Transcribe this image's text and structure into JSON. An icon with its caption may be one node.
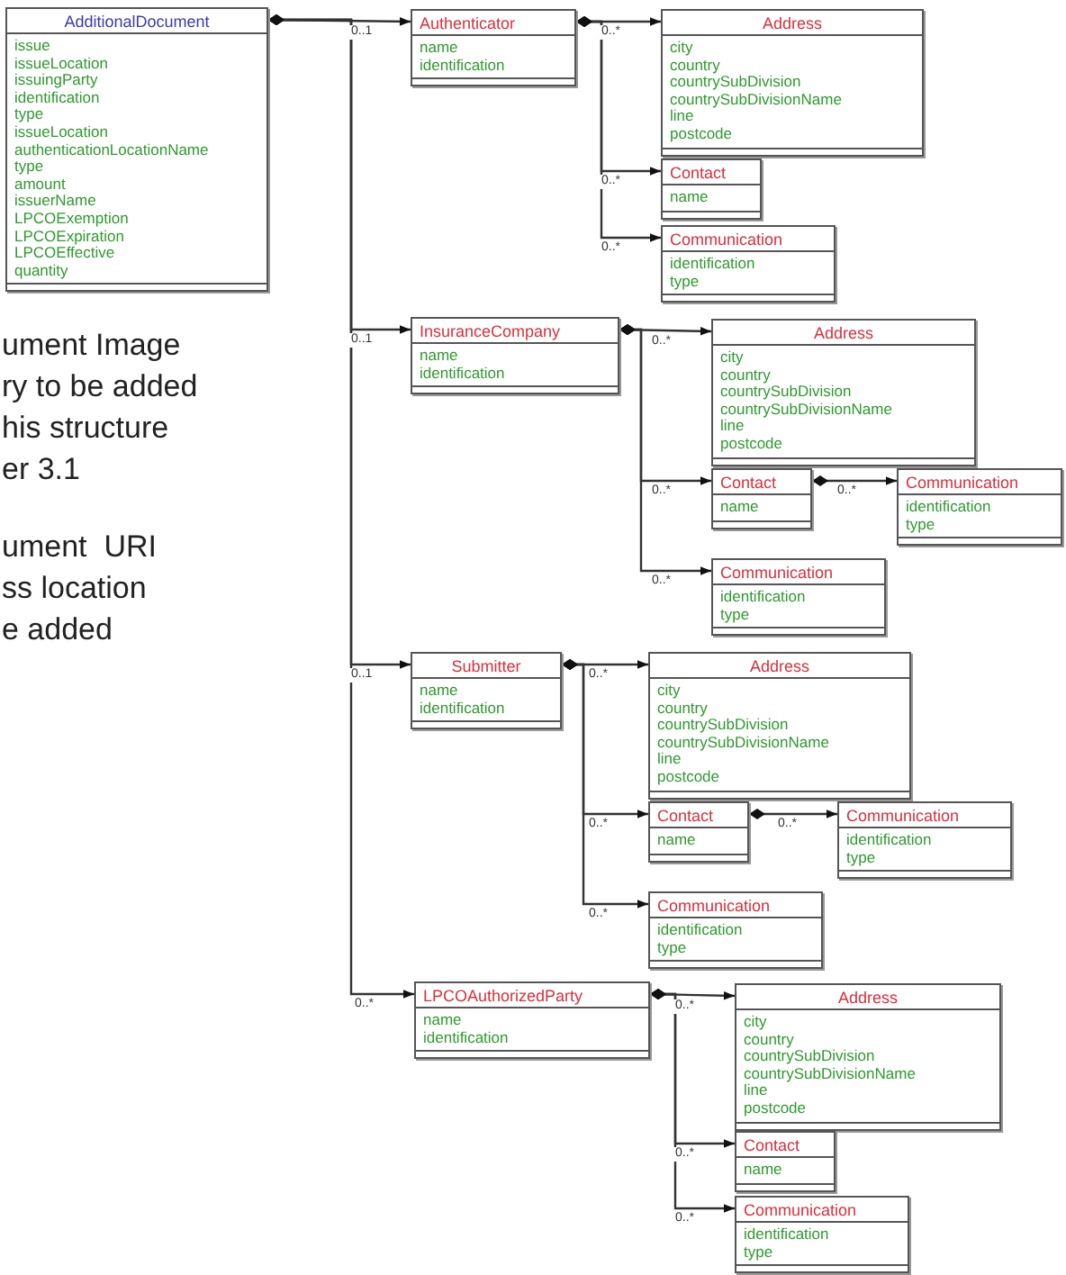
{
  "diagram": {
    "nodes": [
      {
        "text": [
          "AdditionalDocument",
          "issue",
          "issueLocation",
          "issuingParty",
          "identification",
          "type",
          "issueLocation",
          "authenticationLocationName",
          "type",
          "amount",
          "issuerName",
          "LPCOExemption",
          "LPCOExpiration",
          "LPCOEffective",
          "quantity"
        ]
      },
      {
        "text": [
          "Authenticator",
          "name",
          "identification"
        ]
      },
      {
        "text": [
          "Address",
          "city",
          "country",
          "countrySubDivision",
          "countrySubDivisionName",
          "line",
          "postcode"
        ]
      },
      {
        "text": [
          "Contact",
          "name"
        ]
      },
      {
        "text": [
          "Communication",
          "identification",
          "type"
        ]
      },
      {
        "text": [
          "InsuranceCompany",
          "name",
          "identification"
        ]
      },
      {
        "text": [
          "Address",
          "city",
          "country",
          "countrySubDivision",
          "countrySubDivisionName",
          "line",
          "postcode"
        ]
      },
      {
        "text": [
          "Contact",
          "name"
        ]
      },
      {
        "text": [
          "Communication",
          "identification",
          "type"
        ]
      },
      {
        "text": [
          "Communication",
          "identification",
          "type"
        ]
      },
      {
        "text": [
          "Submitter",
          "name",
          "identification"
        ]
      },
      {
        "text": [
          "Address",
          "city",
          "country",
          "countrySubDivision",
          "countrySubDivisionName",
          "line",
          "postcode"
        ]
      },
      {
        "text": [
          "Contact",
          "name"
        ]
      },
      {
        "text": [
          "Communication",
          "identification",
          "type"
        ]
      },
      {
        "text": [
          "Communication",
          "identification",
          "type"
        ]
      },
      {
        "text": [
          "LPCOAuthorizedParty",
          "name",
          "identification"
        ]
      },
      {
        "text": [
          "Address",
          "city",
          "country",
          "countrySubDivision",
          "countrySubDivisionName",
          "line",
          "postcode"
        ]
      },
      {
        "text": [
          "Contact",
          "name"
        ]
      },
      {
        "text": [
          "Communication",
          "identification",
          "type"
        ]
      }
    ],
    "edges": [
      {
        "from": 0,
        "to": 1,
        "arrow": "to",
        "label": "0..1"
      },
      {
        "from": 1,
        "to": 2,
        "arrow": "to",
        "label": "0..*"
      },
      {
        "from": 1,
        "to": 3,
        "arrow": "to",
        "label": "0..*"
      },
      {
        "from": 1,
        "to": 4,
        "arrow": "to",
        "label": "0..*"
      },
      {
        "from": 0,
        "to": 5,
        "arrow": "to",
        "label": "0..1"
      },
      {
        "from": 5,
        "to": 6,
        "arrow": "to",
        "label": "0..*"
      },
      {
        "from": 5,
        "to": 7,
        "arrow": "to",
        "label": "0..*"
      },
      {
        "from": 7,
        "to": 8,
        "arrow": "to",
        "label": "0..*"
      },
      {
        "from": 5,
        "to": 9,
        "arrow": "to",
        "label": "0..*"
      },
      {
        "from": 0,
        "to": 10,
        "arrow": "to",
        "label": "0..1"
      },
      {
        "from": 10,
        "to": 11,
        "arrow": "to",
        "label": "0..*"
      },
      {
        "from": 10,
        "to": 12,
        "arrow": "to",
        "label": "0..*"
      },
      {
        "from": 12,
        "to": 13,
        "arrow": "to",
        "label": "0..*"
      },
      {
        "from": 10,
        "to": 14,
        "arrow": "to",
        "label": "0..*"
      },
      {
        "from": 0,
        "to": 15,
        "arrow": "to",
        "label": "0..*"
      },
      {
        "from": 15,
        "to": 16,
        "arrow": "to",
        "label": "0..*"
      },
      {
        "from": 15,
        "to": 17,
        "arrow": "to",
        "label": "0..*"
      },
      {
        "from": 15,
        "to": 18,
        "arrow": "to",
        "label": "0..*"
      }
    ],
    "labels": [
      "ument Image",
      "ry to be added",
      "his structure",
      "er 3.1",
      "ument  URI",
      "ss location",
      "e added"
    ]
  }
}
